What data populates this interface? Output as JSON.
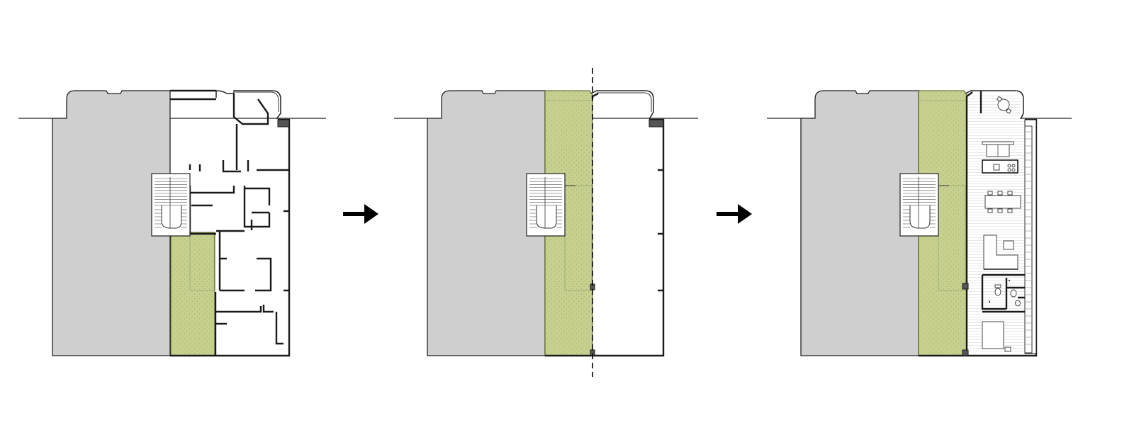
{
  "diagram": {
    "panels": [
      {
        "id": "existing",
        "stage": 1
      },
      {
        "id": "split",
        "stage": 2
      },
      {
        "id": "proposed",
        "stage": 3
      }
    ],
    "arrows": 2,
    "colors": {
      "neighbor": "#cfcfcf",
      "garden": "#c7d08f",
      "garden_dots": "#8f9a56",
      "walls": "#1a1a1a",
      "solid_wall": "#555555",
      "cut_line": "#000000"
    },
    "icons": [
      "stair-icon",
      "arrow-right-icon",
      "sofa-icon",
      "dining-table-icon",
      "round-table-icon",
      "toilet-icon",
      "kitchen-counter-icon"
    ]
  }
}
